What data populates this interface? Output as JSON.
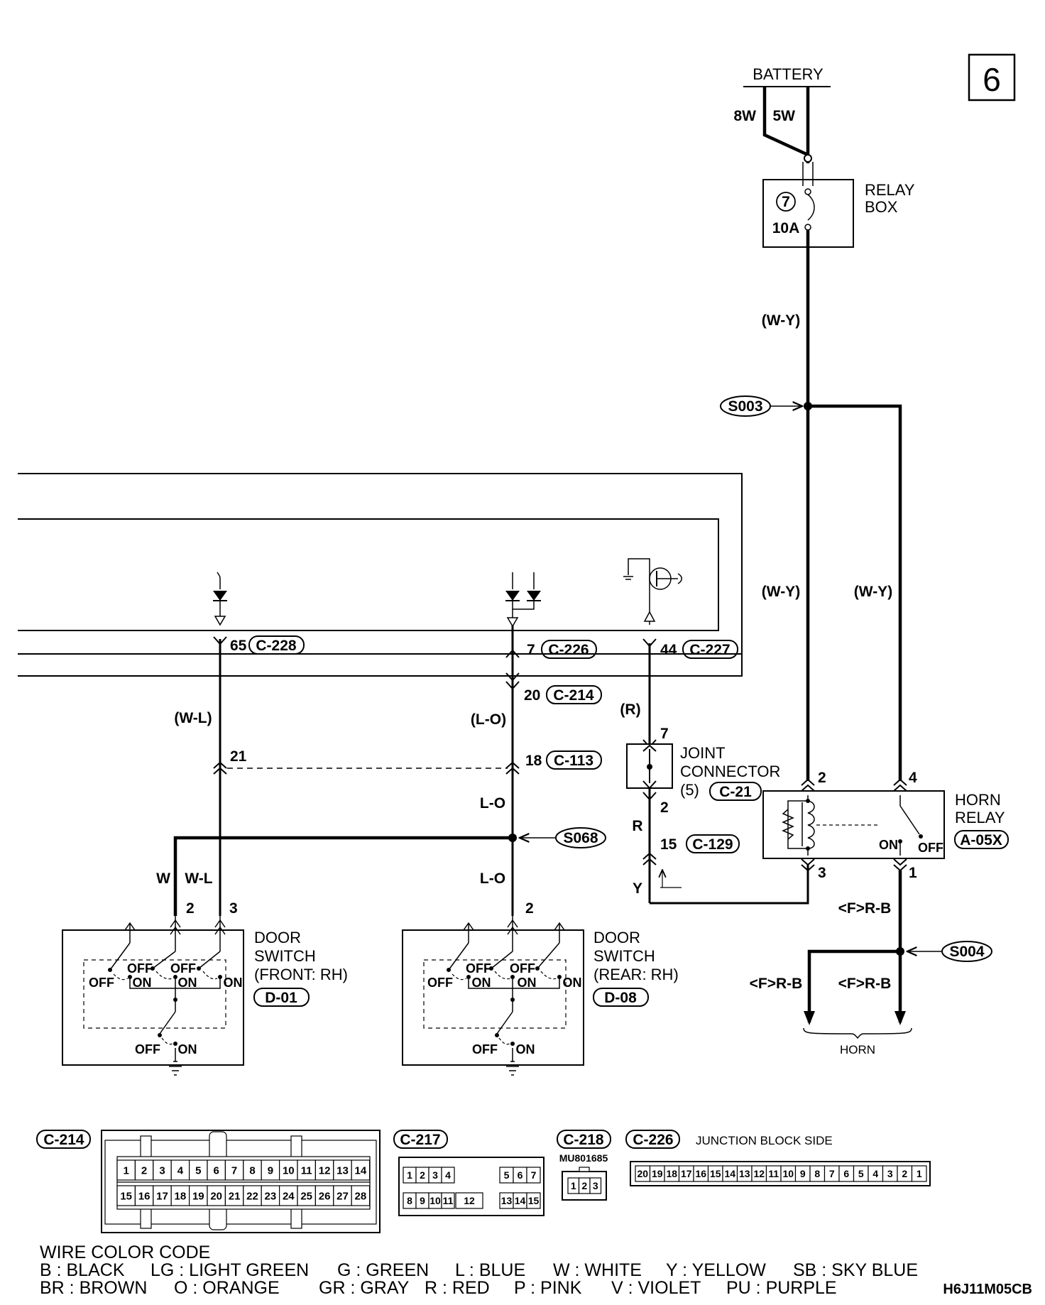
{
  "page_number": "6",
  "battery": {
    "label": "BATTERY",
    "wire_8w": "8W",
    "wire_5w": "5W"
  },
  "relay_box": {
    "label1": "RELAY",
    "label2": "BOX",
    "fuse_no": "7",
    "fuse_rating": "10A"
  },
  "wires": {
    "wy_top": "(W-Y)",
    "wy_left": "(W-Y)",
    "wy_right": "(W-Y)",
    "wl": "(W-L)",
    "lo_paren": "(L-O)",
    "lo1": "L-O",
    "lo2": "L-O",
    "r_paren": "(R)",
    "r": "R",
    "y": "Y",
    "w": "W",
    "wl2": "W-L",
    "frb1": "<F>R-B",
    "frb2": "<F>R-B",
    "frb3": "<F>R-B"
  },
  "splices": {
    "s003": "S003",
    "s068": "S068",
    "s004": "S004"
  },
  "pins": {
    "p65": "65",
    "c228": "C-228",
    "p7": "7",
    "c226": "C-226",
    "p44": "44",
    "c227": "C-227",
    "p20": "20",
    "c214": "C-214",
    "p21": "21",
    "p18": "18",
    "c113": "C-113",
    "p7j": "7",
    "p2j": "2",
    "p15": "15",
    "c129": "C-129",
    "p2a": "2",
    "p3a": "3",
    "p2b": "2",
    "hr2": "2",
    "hr4": "4",
    "hr3": "3",
    "hr1": "1"
  },
  "joint_connector": {
    "line1": "JOINT",
    "line2": "CONNECTOR",
    "line3": "(5)",
    "code": "C-21"
  },
  "horn_relay": {
    "line1": "HORN",
    "line2": "RELAY",
    "code": "A-05X",
    "on": "ON",
    "off": "OFF"
  },
  "door_front": {
    "line1": "DOOR",
    "line2": "SWITCH",
    "line3": "(FRONT: RH)",
    "code": "D-01",
    "off": "OFF",
    "on": "ON"
  },
  "door_rear": {
    "line1": "DOOR",
    "line2": "SWITCH",
    "line3": "(REAR: RH)",
    "code": "D-08",
    "off": "OFF",
    "on": "ON"
  },
  "horn": {
    "label": "HORN"
  },
  "connectors": {
    "c214": {
      "code": "C-214",
      "row1": [
        "1",
        "2",
        "3",
        "4",
        "5",
        "6",
        "7",
        "8",
        "9",
        "10",
        "11",
        "12",
        "13",
        "14"
      ],
      "row2": [
        "15",
        "16",
        "17",
        "18",
        "19",
        "20",
        "21",
        "22",
        "23",
        "24",
        "25",
        "26",
        "27",
        "28"
      ]
    },
    "c217": {
      "code": "C-217",
      "row1a": [
        "1",
        "2",
        "3",
        "4"
      ],
      "row1b": [
        "5",
        "6",
        "7"
      ],
      "row2a": [
        "8",
        "9",
        "10",
        "11"
      ],
      "mid": "12",
      "row2b": [
        "13",
        "14",
        "15"
      ]
    },
    "c218": {
      "code": "C-218",
      "part": "MU801685",
      "pins": [
        "1",
        "2",
        "3"
      ]
    },
    "c226": {
      "code": "C-226",
      "side": "JUNCTION BLOCK SIDE",
      "pins": [
        "20",
        "19",
        "18",
        "17",
        "16",
        "15",
        "14",
        "13",
        "12",
        "11",
        "10",
        "9",
        "8",
        "7",
        "6",
        "5",
        "4",
        "3",
        "2",
        "1"
      ]
    }
  },
  "legend": {
    "title": "WIRE COLOR CODE",
    "row1": [
      "B : BLACK",
      "LG : LIGHT GREEN",
      "G : GREEN",
      "L : BLUE",
      "W : WHITE",
      "Y : YELLOW",
      "SB : SKY BLUE"
    ],
    "row2": [
      "BR : BROWN",
      "O : ORANGE",
      "GR : GRAY",
      "R : RED",
      "P : PINK",
      "V : VIOLET",
      "PU : PURPLE"
    ]
  },
  "drawing_code": "H6J11M05CB"
}
